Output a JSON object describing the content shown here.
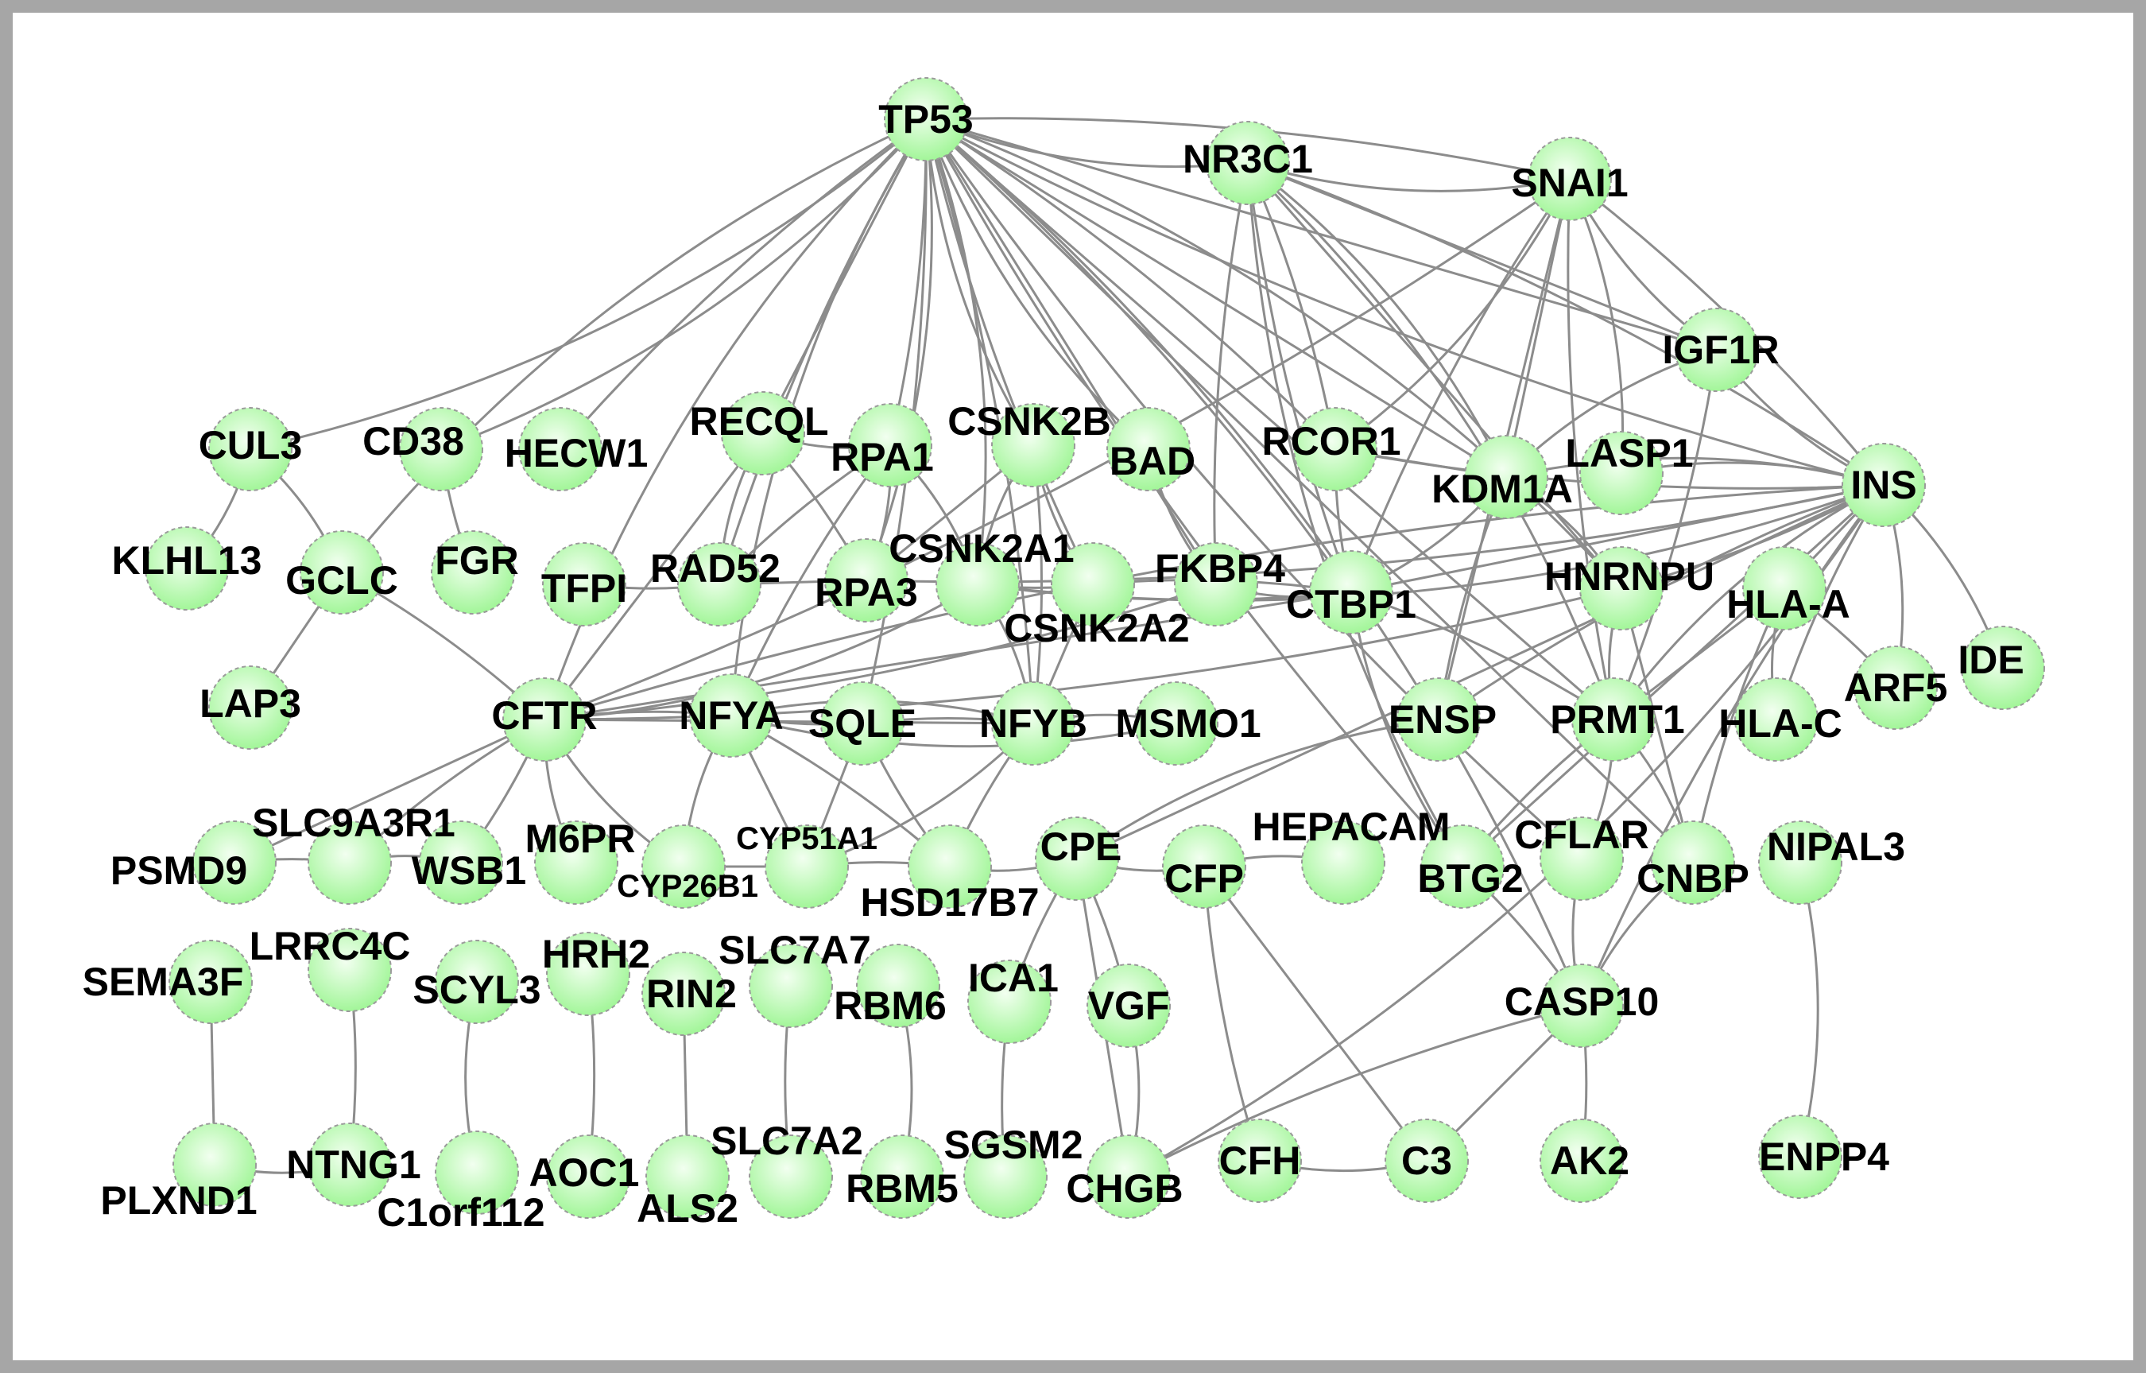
{
  "nodes": [
    {
      "id": "TP53",
      "label": "TP53"
    },
    {
      "id": "NR3C1",
      "label": "NR3C1"
    },
    {
      "id": "SNAI1",
      "label": "SNAI1"
    },
    {
      "id": "IGF1R",
      "label": "IGF1R"
    },
    {
      "id": "INS",
      "label": "INS"
    },
    {
      "id": "CUL3",
      "label": "CUL3"
    },
    {
      "id": "CD38",
      "label": "CD38"
    },
    {
      "id": "HECW1",
      "label": "HECW1"
    },
    {
      "id": "RECQL",
      "label": "RECQL"
    },
    {
      "id": "RPA1",
      "label": "RPA1"
    },
    {
      "id": "CSNK2B",
      "label": "CSNK2B"
    },
    {
      "id": "BAD",
      "label": "BAD"
    },
    {
      "id": "RCOR1",
      "label": "RCOR1"
    },
    {
      "id": "KDM1A",
      "label": "KDM1A"
    },
    {
      "id": "LASP1",
      "label": "LASP1"
    },
    {
      "id": "KLHL13",
      "label": "KLHL13"
    },
    {
      "id": "GCLC",
      "label": "GCLC"
    },
    {
      "id": "FGR",
      "label": "FGR"
    },
    {
      "id": "TFPI",
      "label": "TFPI"
    },
    {
      "id": "RAD52",
      "label": "RAD52"
    },
    {
      "id": "RPA3",
      "label": "RPA3"
    },
    {
      "id": "CSNK2A1",
      "label": "CSNK2A1"
    },
    {
      "id": "CSNK2A2",
      "label": "CSNK2A2"
    },
    {
      "id": "FKBP4",
      "label": "FKBP4"
    },
    {
      "id": "CTBP1",
      "label": "CTBP1"
    },
    {
      "id": "HNRNPU",
      "label": "HNRNPU"
    },
    {
      "id": "HLA-A",
      "label": "HLA-A"
    },
    {
      "id": "IDE",
      "label": "IDE"
    },
    {
      "id": "ARF5",
      "label": "ARF5"
    },
    {
      "id": "LAP3",
      "label": "LAP3"
    },
    {
      "id": "CFTR",
      "label": "CFTR"
    },
    {
      "id": "NFYA",
      "label": "NFYA"
    },
    {
      "id": "SQLE",
      "label": "SQLE"
    },
    {
      "id": "NFYB",
      "label": "NFYB"
    },
    {
      "id": "MSMO1",
      "label": "MSMO1"
    },
    {
      "id": "ENSP",
      "label": "ENSP"
    },
    {
      "id": "PRMT1",
      "label": "PRMT1"
    },
    {
      "id": "HLA-C",
      "label": "HLA-C"
    },
    {
      "id": "SLC9A3R1",
      "label": "SLC9A3R1"
    },
    {
      "id": "PSMD9",
      "label": "PSMD9"
    },
    {
      "id": "WSB1",
      "label": "WSB1"
    },
    {
      "id": "M6PR",
      "label": "M6PR"
    },
    {
      "id": "CYP26B1",
      "label": "CYP26B1"
    },
    {
      "id": "CYP51A1",
      "label": "CYP51A1"
    },
    {
      "id": "HSD17B7",
      "label": "HSD17B7"
    },
    {
      "id": "CPE",
      "label": "CPE"
    },
    {
      "id": "CFP",
      "label": "CFP"
    },
    {
      "id": "HEPACAM",
      "label": "HEPACAM"
    },
    {
      "id": "BTG2",
      "label": "BTG2"
    },
    {
      "id": "CFLAR",
      "label": "CFLAR"
    },
    {
      "id": "CNBP",
      "label": "CNBP"
    },
    {
      "id": "NIPAL3",
      "label": "NIPAL3"
    },
    {
      "id": "SEMA3F",
      "label": "SEMA3F"
    },
    {
      "id": "LRRC4C",
      "label": "LRRC4C"
    },
    {
      "id": "SCYL3",
      "label": "SCYL3"
    },
    {
      "id": "HRH2",
      "label": "HRH2"
    },
    {
      "id": "RIN2",
      "label": "RIN2"
    },
    {
      "id": "SLC7A7",
      "label": "SLC7A7"
    },
    {
      "id": "RBM6",
      "label": "RBM6"
    },
    {
      "id": "ICA1",
      "label": "ICA1"
    },
    {
      "id": "VGF",
      "label": "VGF"
    },
    {
      "id": "CASP10",
      "label": "CASP10"
    },
    {
      "id": "PLXND1",
      "label": "PLXND1"
    },
    {
      "id": "NTNG1",
      "label": "NTNG1"
    },
    {
      "id": "C1orf112",
      "label": "C1orf112"
    },
    {
      "id": "AOC1",
      "label": "AOC1"
    },
    {
      "id": "ALS2",
      "label": "ALS2"
    },
    {
      "id": "SLC7A2",
      "label": "SLC7A2"
    },
    {
      "id": "RBM5",
      "label": "RBM5"
    },
    {
      "id": "SGSM2",
      "label": "SGSM2"
    },
    {
      "id": "CHGB",
      "label": "CHGB"
    },
    {
      "id": "CFH",
      "label": "CFH"
    },
    {
      "id": "C3",
      "label": "C3"
    },
    {
      "id": "AK2",
      "label": "AK2"
    },
    {
      "id": "ENPP4",
      "label": "ENPP4"
    }
  ],
  "edges": [
    [
      "TP53",
      "NR3C1"
    ],
    [
      "TP53",
      "SNAI1"
    ],
    [
      "TP53",
      "IGF1R"
    ],
    [
      "TP53",
      "INS"
    ],
    [
      "TP53",
      "CUL3"
    ],
    [
      "TP53",
      "CD38"
    ],
    [
      "TP53",
      "HECW1"
    ],
    [
      "TP53",
      "RECQL"
    ],
    [
      "TP53",
      "RPA1"
    ],
    [
      "TP53",
      "CSNK2B"
    ],
    [
      "TP53",
      "BAD"
    ],
    [
      "TP53",
      "RCOR1"
    ],
    [
      "TP53",
      "KDM1A"
    ],
    [
      "TP53",
      "RAD52"
    ],
    [
      "TP53",
      "RPA3"
    ],
    [
      "TP53",
      "CSNK2A1"
    ],
    [
      "TP53",
      "CSNK2A2"
    ],
    [
      "TP53",
      "FKBP4"
    ],
    [
      "TP53",
      "CTBP1"
    ],
    [
      "TP53",
      "CFTR"
    ],
    [
      "TP53",
      "NFYA"
    ],
    [
      "TP53",
      "NFYB"
    ],
    [
      "TP53",
      "PRMT1"
    ],
    [
      "TP53",
      "BTG2"
    ],
    [
      "TP53",
      "CASP10"
    ],
    [
      "TP53",
      "HNRNPU"
    ],
    [
      "TP53",
      "CFLAR"
    ],
    [
      "TP53",
      "CNBP"
    ],
    [
      "TP53",
      "SQLE"
    ],
    [
      "TP53",
      "GCLC"
    ],
    [
      "NR3C1",
      "SNAI1"
    ],
    [
      "NR3C1",
      "INS"
    ],
    [
      "NR3C1",
      "IGF1R"
    ],
    [
      "NR3C1",
      "CTBP1"
    ],
    [
      "NR3C1",
      "KDM1A"
    ],
    [
      "NR3C1",
      "PRMT1"
    ],
    [
      "NR3C1",
      "FKBP4"
    ],
    [
      "NR3C1",
      "HNRNPU"
    ],
    [
      "NR3C1",
      "RCOR1"
    ],
    [
      "NR3C1",
      "BTG2"
    ],
    [
      "SNAI1",
      "IGF1R"
    ],
    [
      "SNAI1",
      "INS"
    ],
    [
      "SNAI1",
      "KDM1A"
    ],
    [
      "SNAI1",
      "CTBP1"
    ],
    [
      "SNAI1",
      "RCOR1"
    ],
    [
      "SNAI1",
      "LASP1"
    ],
    [
      "SNAI1",
      "PRMT1"
    ],
    [
      "SNAI1",
      "ENSP"
    ],
    [
      "SNAI1",
      "CFTR"
    ],
    [
      "IGF1R",
      "INS"
    ],
    [
      "IGF1R",
      "KDM1A"
    ],
    [
      "IGF1R",
      "PRMT1"
    ],
    [
      "INS",
      "HLA-A"
    ],
    [
      "INS",
      "HLA-C"
    ],
    [
      "INS",
      "ARF5"
    ],
    [
      "INS",
      "IDE"
    ],
    [
      "INS",
      "CFTR"
    ],
    [
      "INS",
      "CTBP1"
    ],
    [
      "INS",
      "HNRNPU"
    ],
    [
      "INS",
      "KDM1A"
    ],
    [
      "INS",
      "PRMT1"
    ],
    [
      "INS",
      "RCOR1"
    ],
    [
      "INS",
      "CPE"
    ],
    [
      "INS",
      "ENSP"
    ],
    [
      "INS",
      "CSNK2A1"
    ],
    [
      "INS",
      "CHGB"
    ],
    [
      "INS",
      "CASP10"
    ],
    [
      "INS",
      "BTG2"
    ],
    [
      "INS",
      "RPA3"
    ],
    [
      "INS",
      "LASP1"
    ],
    [
      "HLA-A",
      "HLA-C"
    ],
    [
      "HLA-A",
      "ARF5"
    ],
    [
      "HLA-A",
      "PRMT1"
    ],
    [
      "HLA-A",
      "CNBP"
    ],
    [
      "CUL3",
      "KLHL13"
    ],
    [
      "CUL3",
      "GCLC"
    ],
    [
      "CD38",
      "FGR"
    ],
    [
      "GCLC",
      "LAP3"
    ],
    [
      "GCLC",
      "CFTR"
    ],
    [
      "RECQL",
      "RPA1"
    ],
    [
      "RECQL",
      "RAD52"
    ],
    [
      "RECQL",
      "RPA3"
    ],
    [
      "RECQL",
      "CFTR"
    ],
    [
      "RPA1",
      "RAD52"
    ],
    [
      "RPA1",
      "RPA3"
    ],
    [
      "RPA1",
      "CSNK2A1"
    ],
    [
      "RPA1",
      "NFYA"
    ],
    [
      "RAD52",
      "RPA3"
    ],
    [
      "RAD52",
      "TFPI"
    ],
    [
      "CSNK2B",
      "CSNK2A1"
    ],
    [
      "CSNK2B",
      "CSNK2A2"
    ],
    [
      "CSNK2B",
      "NFYB"
    ],
    [
      "CSNK2B",
      "RPA3"
    ],
    [
      "CSNK2A1",
      "CSNK2A2"
    ],
    [
      "CSNK2A1",
      "NFYB"
    ],
    [
      "CSNK2A1",
      "CFTR"
    ],
    [
      "CSNK2A1",
      "CTBP1"
    ],
    [
      "CSNK2A2",
      "NFYB"
    ],
    [
      "CSNK2A2",
      "CTBP1"
    ],
    [
      "BAD",
      "FKBP4"
    ],
    [
      "FKBP4",
      "CTBP1"
    ],
    [
      "FKBP4",
      "CFTR"
    ],
    [
      "RCOR1",
      "KDM1A"
    ],
    [
      "RCOR1",
      "CTBP1"
    ],
    [
      "KDM1A",
      "CTBP1"
    ],
    [
      "KDM1A",
      "HNRNPU"
    ],
    [
      "KDM1A",
      "ENSP"
    ],
    [
      "CTBP1",
      "CFTR"
    ],
    [
      "CTBP1",
      "PRMT1"
    ],
    [
      "CTBP1",
      "BTG2"
    ],
    [
      "HNRNPU",
      "PRMT1"
    ],
    [
      "HNRNPU",
      "CFTR"
    ],
    [
      "HNRNPU",
      "CNBP"
    ],
    [
      "PRMT1",
      "BTG2"
    ],
    [
      "PRMT1",
      "CFLAR"
    ],
    [
      "PRMT1",
      "CNBP"
    ],
    [
      "CFTR",
      "SLC9A3R1"
    ],
    [
      "CFTR",
      "PSMD9"
    ],
    [
      "CFTR",
      "WSB1"
    ],
    [
      "CFTR",
      "M6PR"
    ],
    [
      "CFTR",
      "CYP26B1"
    ],
    [
      "CFTR",
      "NFYA"
    ],
    [
      "CFTR",
      "NFYB"
    ],
    [
      "SLC9A3R1",
      "PSMD9"
    ],
    [
      "SLC9A3R1",
      "WSB1"
    ],
    [
      "NFYA",
      "NFYB"
    ],
    [
      "NFYA",
      "SQLE"
    ],
    [
      "NFYA",
      "CYP51A1"
    ],
    [
      "NFYA",
      "HSD17B7"
    ],
    [
      "NFYA",
      "MSMO1"
    ],
    [
      "NFYA",
      "CYP26B1"
    ],
    [
      "SQLE",
      "NFYB"
    ],
    [
      "SQLE",
      "CYP51A1"
    ],
    [
      "SQLE",
      "HSD17B7"
    ],
    [
      "NFYB",
      "MSMO1"
    ],
    [
      "NFYB",
      "CYP51A1"
    ],
    [
      "NFYB",
      "HSD17B7"
    ],
    [
      "CYP26B1",
      "CYP51A1"
    ],
    [
      "CYP51A1",
      "HSD17B7"
    ],
    [
      "HSD17B7",
      "CPE"
    ],
    [
      "CPE",
      "CFP"
    ],
    [
      "CPE",
      "VGF"
    ],
    [
      "CPE",
      "CHGB"
    ],
    [
      "CPE",
      "ICA1"
    ],
    [
      "CPE",
      "ENSP"
    ],
    [
      "CFP",
      "HEPACAM"
    ],
    [
      "CFP",
      "CFH"
    ],
    [
      "CFP",
      "C3"
    ],
    [
      "BTG2",
      "CASP10"
    ],
    [
      "CFLAR",
      "CASP10"
    ],
    [
      "CNBP",
      "CASP10"
    ],
    [
      "CASP10",
      "AK2"
    ],
    [
      "CASP10",
      "C3"
    ],
    [
      "CASP10",
      "CHGB"
    ],
    [
      "C3",
      "CFH"
    ],
    [
      "VGF",
      "CHGB"
    ],
    [
      "ICA1",
      "SGSM2"
    ],
    [
      "SEMA3F",
      "PLXND1"
    ],
    [
      "LRRC4C",
      "NTNG1"
    ],
    [
      "PLXND1",
      "NTNG1"
    ],
    [
      "SCYL3",
      "C1orf112"
    ],
    [
      "HRH2",
      "AOC1"
    ],
    [
      "RIN2",
      "ALS2"
    ],
    [
      "SLC7A7",
      "SLC7A2"
    ],
    [
      "RBM6",
      "RBM5"
    ],
    [
      "NIPAL3",
      "ENPP4"
    ]
  ],
  "colors": {
    "node_fill_center": "#f2fff0",
    "node_fill_edge": "#9cf592",
    "edge": "#8c8c8c",
    "frame": "#a6a6a6",
    "label": "#000000"
  }
}
